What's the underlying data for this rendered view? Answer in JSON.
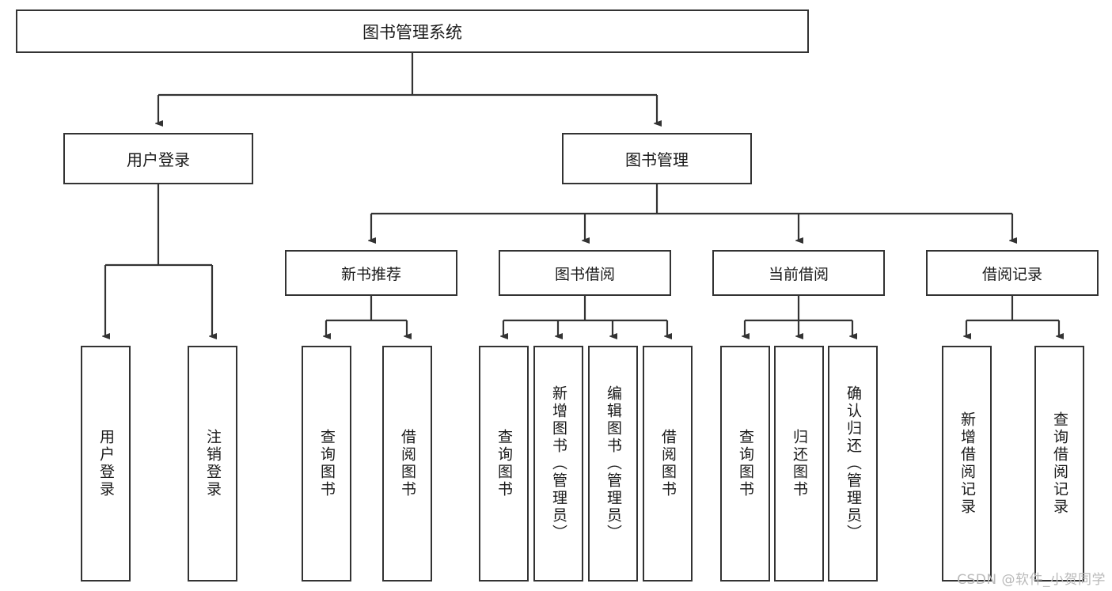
{
  "diagram": {
    "title": "图书管理系统",
    "type": "tree-hierarchy",
    "root": {
      "id": "root",
      "label": "图书管理系统"
    },
    "level2": [
      {
        "id": "user-login",
        "label": "用户登录"
      },
      {
        "id": "book-management",
        "label": "图书管理"
      }
    ],
    "level3": [
      {
        "id": "new-book-recommend",
        "label": "新书推荐",
        "parent": "book-management"
      },
      {
        "id": "book-borrow",
        "label": "图书借阅",
        "parent": "book-management"
      },
      {
        "id": "current-borrow",
        "label": "当前借阅",
        "parent": "book-management"
      },
      {
        "id": "borrow-record",
        "label": "借阅记录",
        "parent": "book-management"
      }
    ],
    "leaves": [
      {
        "id": "leaf-user-login",
        "label": "用户登录",
        "parent": "user-login"
      },
      {
        "id": "leaf-logout-login",
        "label": "注销登录",
        "parent": "user-login"
      },
      {
        "id": "leaf-query-book-1",
        "label": "查询图书",
        "parent": "new-book-recommend"
      },
      {
        "id": "leaf-borrow-book-1",
        "label": "借阅图书",
        "parent": "new-book-recommend"
      },
      {
        "id": "leaf-query-book-2",
        "label": "查询图书",
        "parent": "book-borrow"
      },
      {
        "id": "leaf-add-book",
        "label": "新增图书（管理员）",
        "parent": "book-borrow"
      },
      {
        "id": "leaf-edit-book",
        "label": "编辑图书（管理员）",
        "parent": "book-borrow"
      },
      {
        "id": "leaf-borrow-book-2",
        "label": "借阅图书",
        "parent": "book-borrow"
      },
      {
        "id": "leaf-query-book-3",
        "label": "查询图书",
        "parent": "current-borrow"
      },
      {
        "id": "leaf-return-book",
        "label": "归还图书",
        "parent": "current-borrow"
      },
      {
        "id": "leaf-confirm-return",
        "label": "确认归还（管理员）",
        "parent": "current-borrow"
      },
      {
        "id": "leaf-add-record",
        "label": "新增借阅记录",
        "parent": "borrow-record"
      },
      {
        "id": "leaf-query-record",
        "label": "查询借阅记录",
        "parent": "borrow-record"
      }
    ]
  },
  "watermark": {
    "text": "CSDN @软件_小贺同学"
  },
  "colors": {
    "stroke": "#333333",
    "background": "#ffffff",
    "text": "#1a1a1a",
    "watermark": "#b9b9b9"
  }
}
